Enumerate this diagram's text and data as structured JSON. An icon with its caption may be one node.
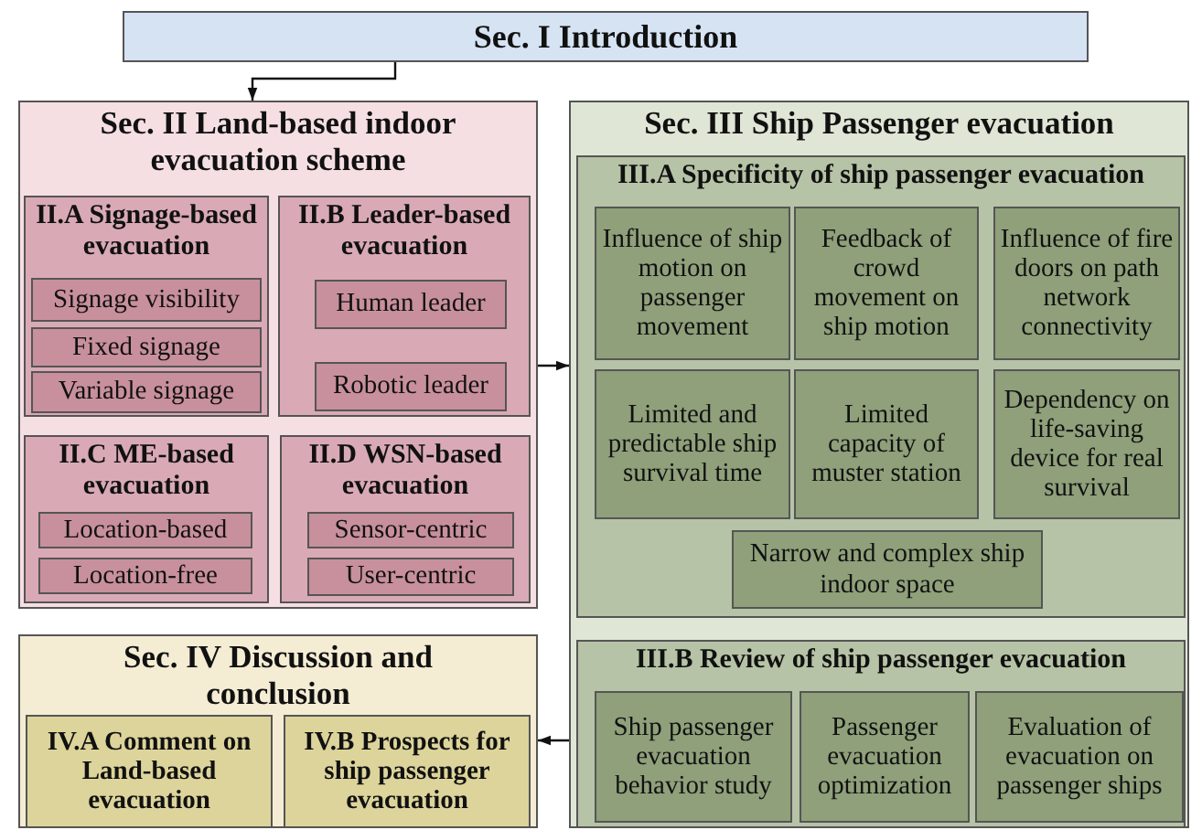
{
  "diagram": {
    "nodes": [
      {
        "text": [
          "Sec. I Introduction"
        ]
      },
      {
        "text": [
          "Sec. II Land-based indoor evacuation scheme"
        ]
      },
      {
        "text": [
          "II.A Signage-based evacuation"
        ],
        "in": 1
      },
      {
        "text": [
          "Signage visibility"
        ],
        "in": 2
      },
      {
        "text": [
          "Fixed signage"
        ],
        "in": 2
      },
      {
        "text": [
          "Variable signage"
        ],
        "in": 2
      },
      {
        "text": [
          "II.B Leader-based evacuation"
        ],
        "in": 1
      },
      {
        "text": [
          "Human leader"
        ],
        "in": 6
      },
      {
        "text": [
          "Robotic leader"
        ],
        "in": 6
      },
      {
        "text": [
          "II.C ME-based evacuation"
        ],
        "in": 1
      },
      {
        "text": [
          "Location-based"
        ],
        "in": 9
      },
      {
        "text": [
          "Location-free"
        ],
        "in": 9
      },
      {
        "text": [
          "II.D WSN-based evacuation"
        ],
        "in": 1
      },
      {
        "text": [
          "Sensor-centric"
        ],
        "in": 12
      },
      {
        "text": [
          "User-centric"
        ],
        "in": 12
      },
      {
        "text": [
          "Sec. III Ship  Passenger evacuation"
        ]
      },
      {
        "text": [
          "III.A Specificity of ship passenger evacuation"
        ],
        "in": 15
      },
      {
        "text": [
          "Influence of ship motion on passenger movement"
        ],
        "in": 16
      },
      {
        "text": [
          "Feedback of crowd movement on ship motion"
        ],
        "in": 16
      },
      {
        "text": [
          "Influence of fire doors on path network connectivity"
        ],
        "in": 16
      },
      {
        "text": [
          "Limited and predictable ship survival time"
        ],
        "in": 16
      },
      {
        "text": [
          "Limited capacity of muster station"
        ],
        "in": 16
      },
      {
        "text": [
          "Dependency on life-saving device for real survival"
        ],
        "in": 16
      },
      {
        "text": [
          "Narrow and complex ship indoor space"
        ],
        "in": 16
      },
      {
        "text": [
          "III.B Review of ship passenger evacuation"
        ],
        "in": 15
      },
      {
        "text": [
          "Ship passenger evacuation behavior study"
        ],
        "in": 24
      },
      {
        "text": [
          "Passenger evacuation optimization"
        ],
        "in": 24
      },
      {
        "text": [
          "Evaluation of evacuation on passenger ships"
        ],
        "in": 24
      },
      {
        "text": [
          "Sec. IV Discussion and conclusion"
        ]
      },
      {
        "text": [
          "IV.A Comment on Land-based evacuation"
        ],
        "in": 28
      },
      {
        "text": [
          "IV.B Prospects for ship passenger evacuation"
        ],
        "in": 28
      }
    ],
    "edges": [
      {
        "from": 0,
        "to": 1,
        "arrow": "to"
      },
      {
        "from": 1,
        "to": 15,
        "arrow": "to"
      },
      {
        "from": 15,
        "to": 28,
        "arrow": "to"
      }
    ]
  }
}
